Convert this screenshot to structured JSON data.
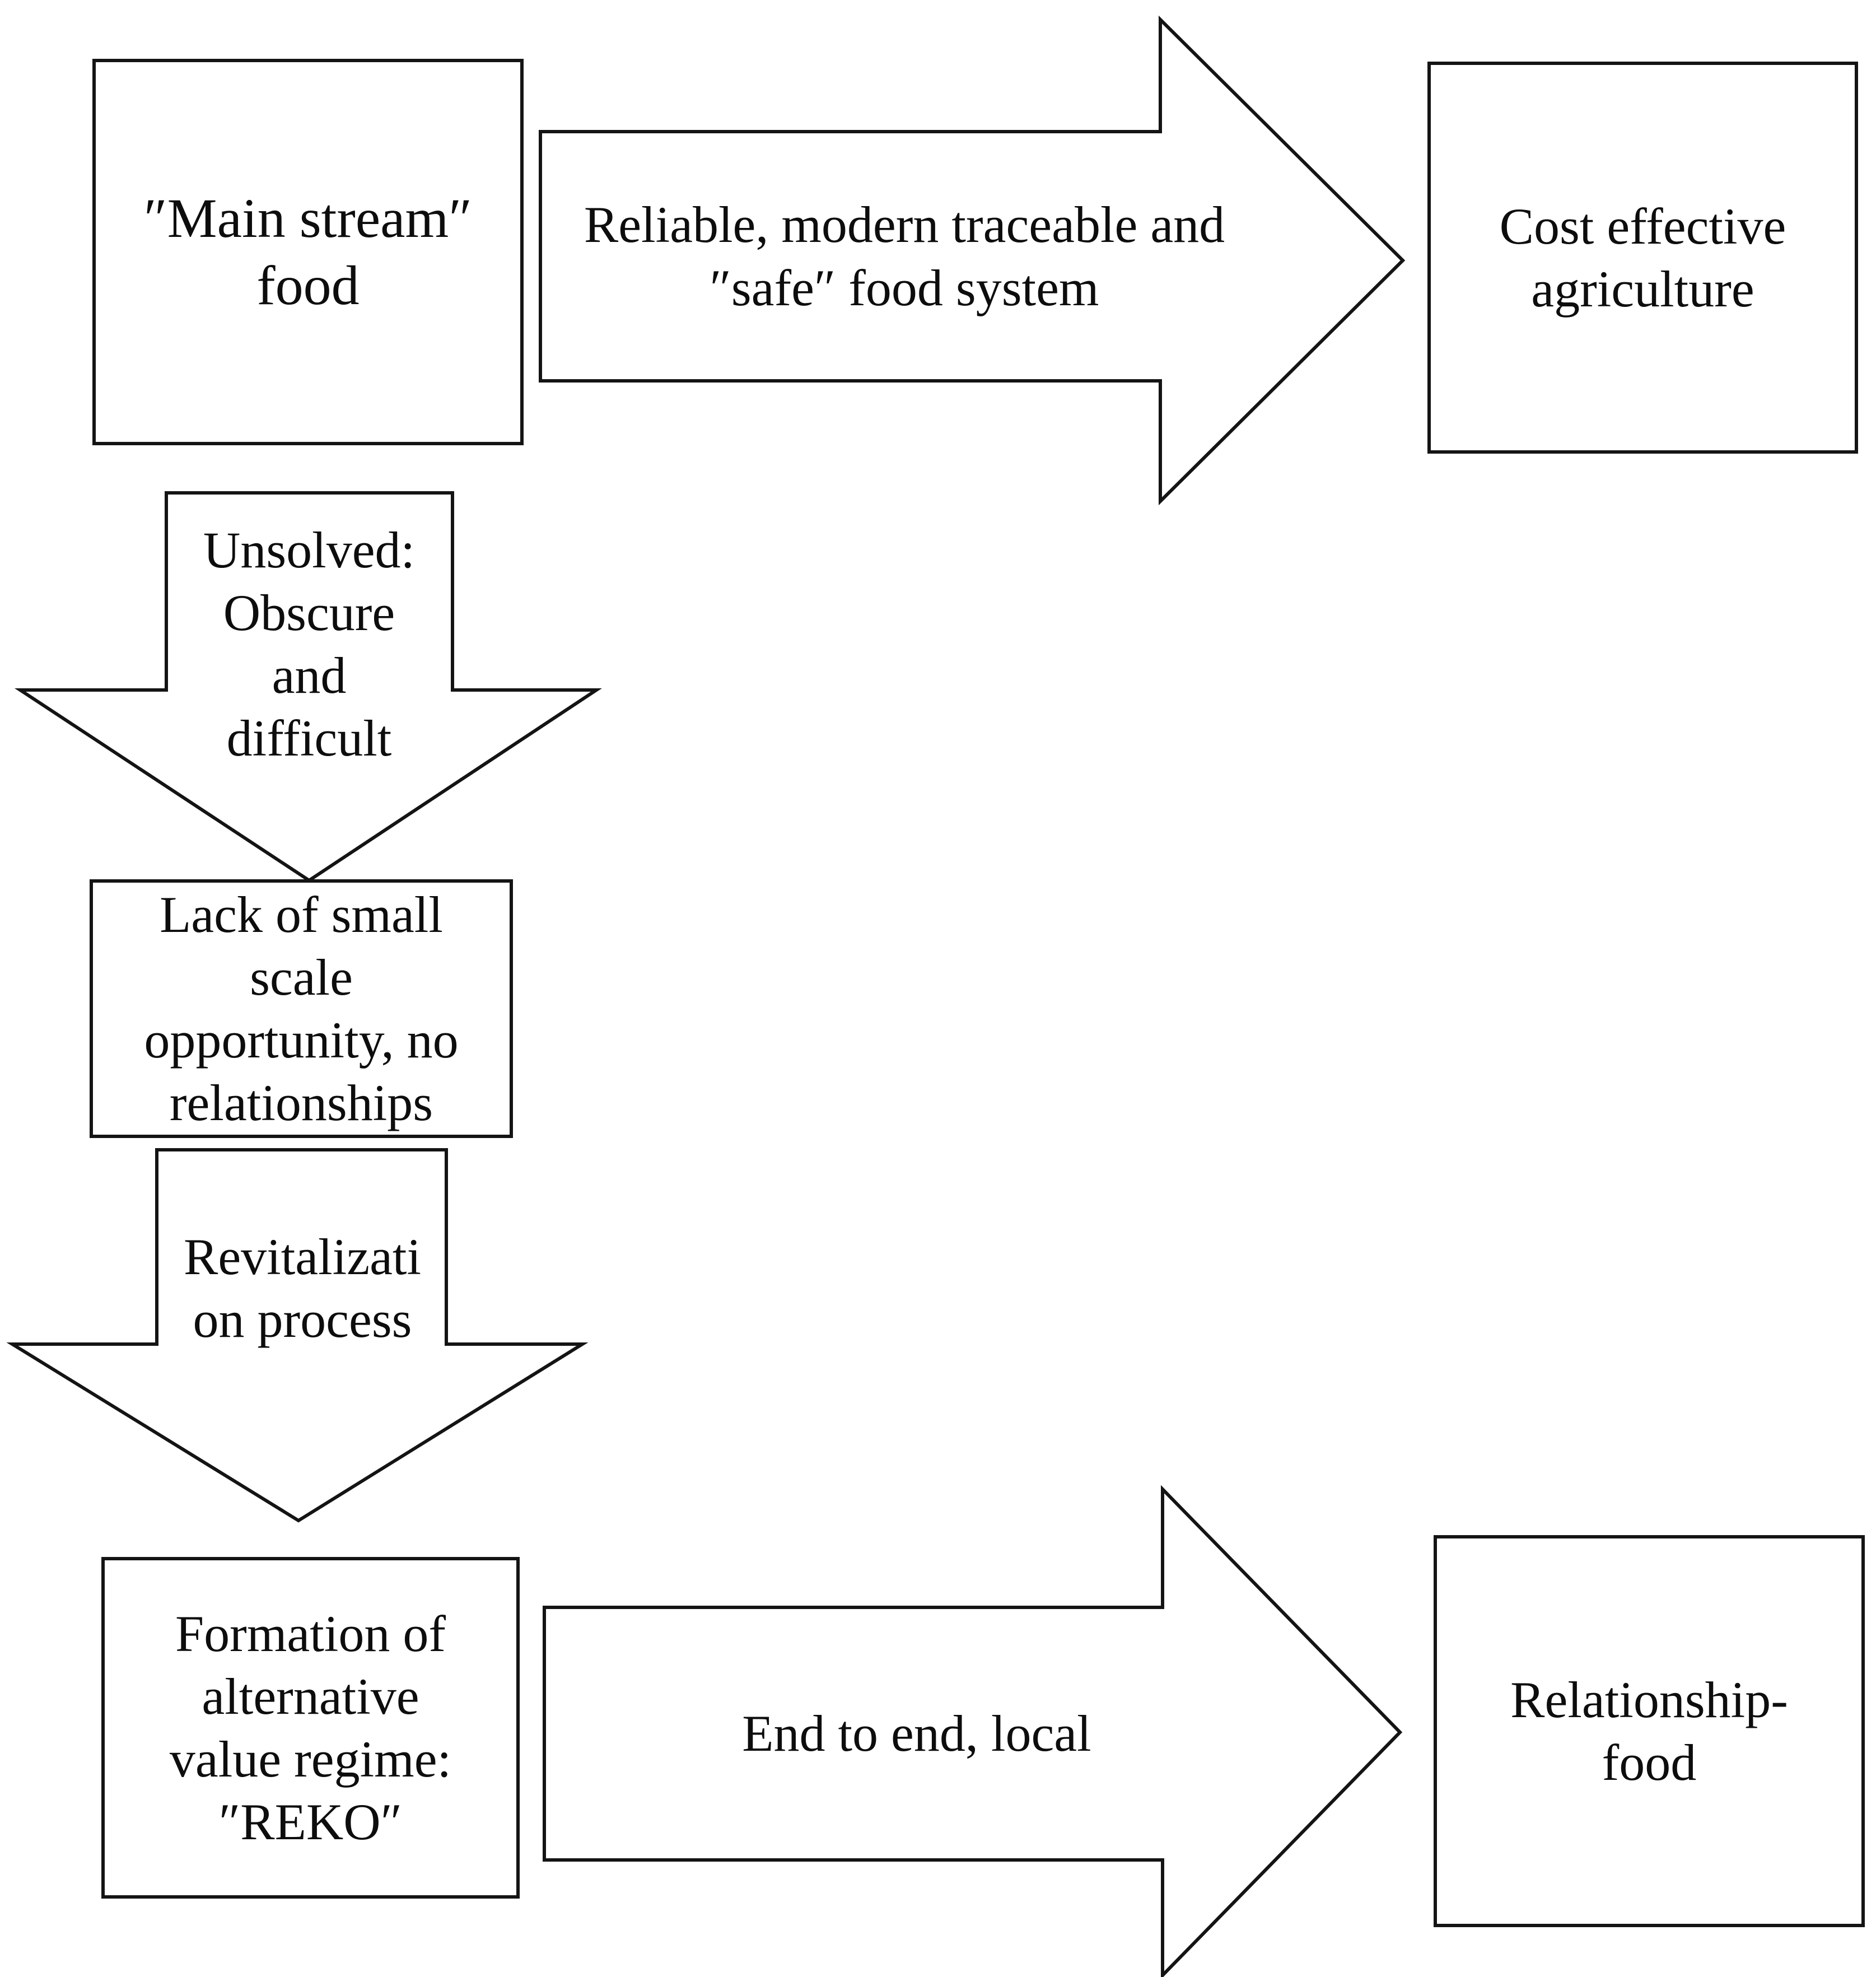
{
  "diagram": {
    "colors": {
      "background": "#ffffff",
      "stroke": "#141414",
      "text": "#0d0d0d"
    },
    "nodes": [
      {
        "id": "main-stream-food",
        "type": "box",
        "label": "″Main stream″\nfood"
      },
      {
        "id": "cost-effective-agriculture",
        "type": "box",
        "label": "Cost effective\nagriculture"
      },
      {
        "id": "lack-of-small-scale",
        "type": "box",
        "label": "Lack of small\nscale\nopportunity, no\nrelationships"
      },
      {
        "id": "formation-alternative-value-regime",
        "type": "box",
        "label": "Formation of\nalternative\nvalue regime:\n″REKO″"
      },
      {
        "id": "relationship-food",
        "type": "box",
        "label": "Relationship-\nfood"
      }
    ],
    "arrows": [
      {
        "id": "reliable-food-system",
        "direction": "right",
        "from": "main-stream-food",
        "to": "cost-effective-agriculture",
        "label": "Reliable, modern traceable and\n″safe″ food system"
      },
      {
        "id": "unsolved",
        "direction": "down",
        "from": "main-stream-food",
        "to": "lack-of-small-scale",
        "label": "Unsolved:\nObscure\nand\ndifficult"
      },
      {
        "id": "revitalization",
        "direction": "down",
        "from": "lack-of-small-scale",
        "to": "formation-alternative-value-regime",
        "label": "Revitalizati\non process"
      },
      {
        "id": "end-to-end-local",
        "direction": "right",
        "from": "formation-alternative-value-regime",
        "to": "relationship-food",
        "label": "End to end, local"
      }
    ]
  }
}
